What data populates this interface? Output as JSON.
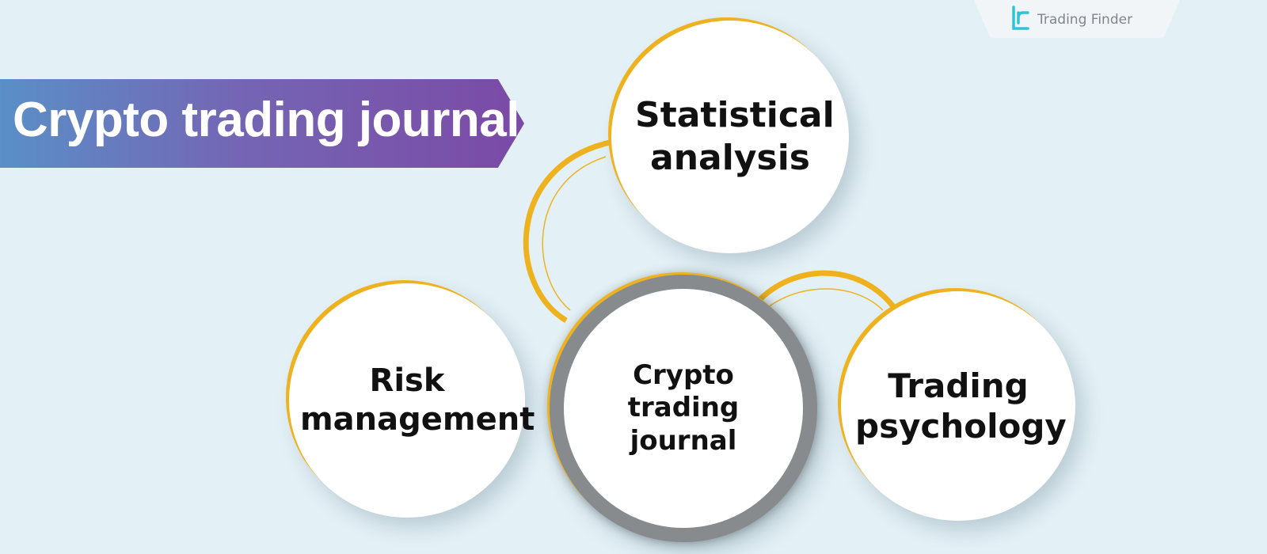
{
  "brand": {
    "name": "Trading Finder",
    "icon": "trading-finder-logo-icon",
    "accent_color": "#2ec4d6"
  },
  "banner": {
    "title": "Crypto trading journal",
    "gradient": [
      "#5a8fc7",
      "#7b4aa6"
    ]
  },
  "diagram": {
    "ring_color": "#efb21f",
    "center_ring_color": "#888b8e",
    "nodes": {
      "center": "Crypto trading journal",
      "top": "Statistical analysis",
      "left": "Risk management",
      "right": "Trading psychology"
    }
  }
}
